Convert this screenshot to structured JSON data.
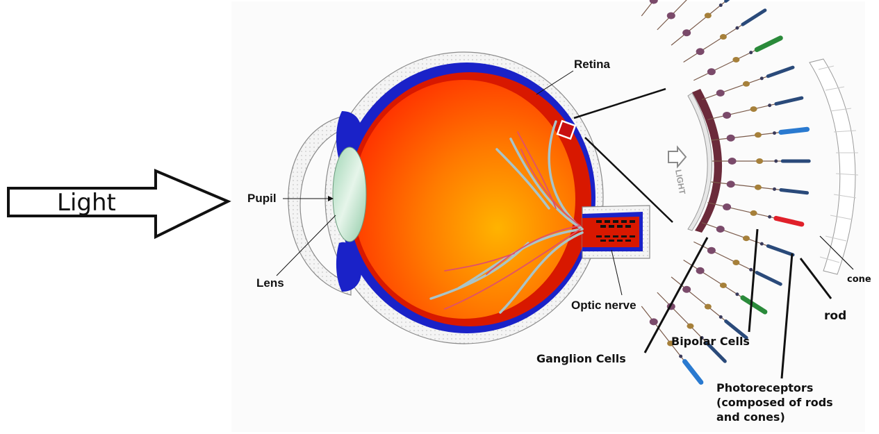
{
  "arrow": {
    "label": "Light"
  },
  "eye_labels": {
    "pupil": "Pupil",
    "lens": "Lens",
    "retina": "Retina",
    "optic_nerve": "Optic nerve"
  },
  "retina_labels": {
    "light": "LIGHT",
    "ganglion": "Ganglion Cells",
    "bipolar": "Bipolar Cells",
    "photoreceptors_line1": "Photoreceptors",
    "photoreceptors_line2": "(composed of rods",
    "photoreceptors_line3": "and cones)",
    "rod": "rod",
    "cone": "cone"
  },
  "colors": {
    "sclera_outer": "#1a22c8",
    "eye_inner": "#ff5a00",
    "eye_inner_dark": "#e01a00",
    "lens": "#b9e3c9",
    "vessel_light": "#a9c4c8",
    "vessel_red": "#d8283a",
    "ganglion_membrane": "#6b2a3a",
    "ganglion_cell": "#7a4a6a",
    "bipolar_cell": "#a6803a",
    "rod": "#2a4a7a",
    "cone_red": "#e0202a",
    "cone_green": "#2a8a3a",
    "cone_blue": "#2a7ad0"
  }
}
